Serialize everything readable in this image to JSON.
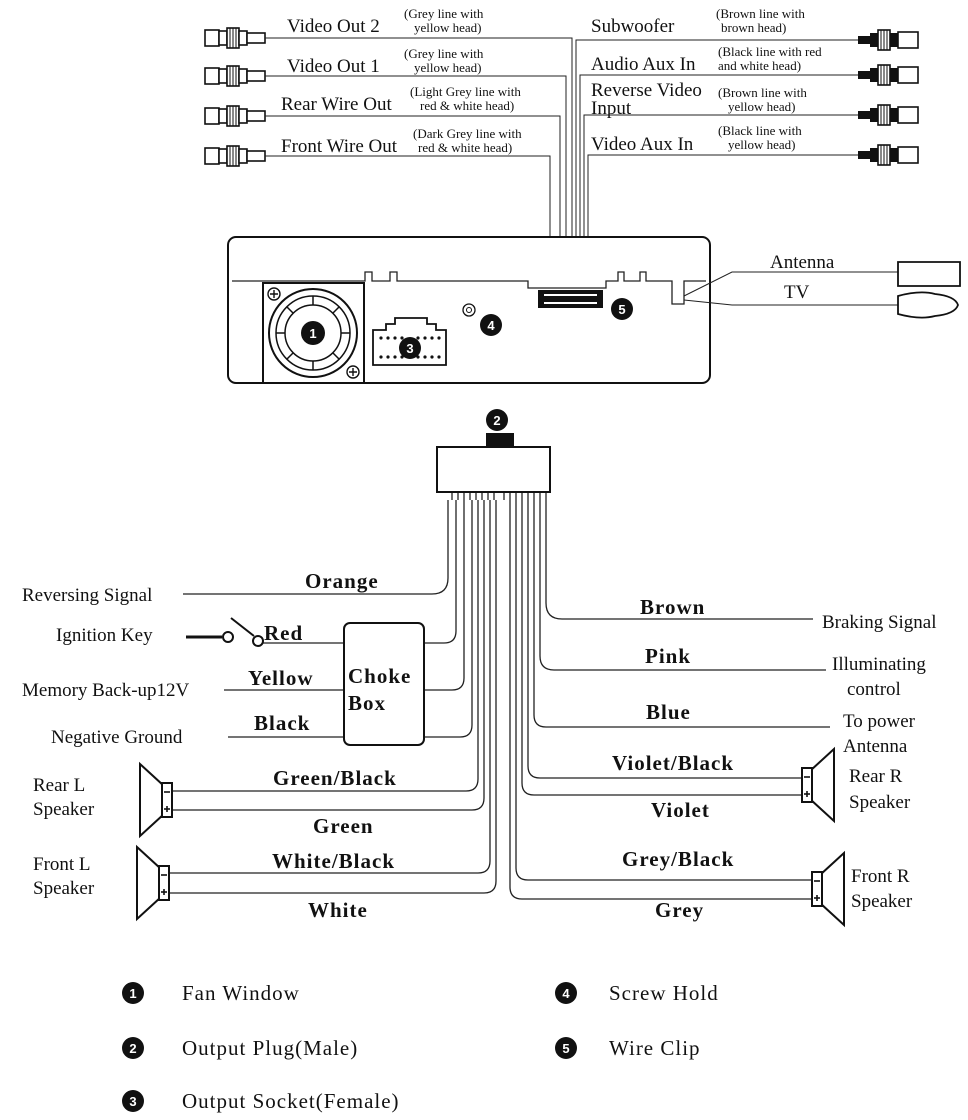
{
  "rca_left": [
    {
      "label": "Video Out 2",
      "note1": "(Grey line with",
      "note2": "yellow head)"
    },
    {
      "label": "Video Out 1",
      "note1": "(Grey line with",
      "note2": "yellow head)"
    },
    {
      "label": "Rear Wire Out",
      "note1": "(Light Grey line with",
      "note2": "red & white head)"
    },
    {
      "label": "Front Wire Out",
      "note1": "(Dark Grey line with",
      "note2": "red & white head)"
    }
  ],
  "rca_right": [
    {
      "label": "Subwoofer",
      "label2": "",
      "note1": "(Brown line with",
      "note2": "brown head)"
    },
    {
      "label": "Audio Aux In",
      "label2": "",
      "note1": "(Black line with red",
      "note2": "and white head)"
    },
    {
      "label": "Reverse Video",
      "label2": "Input",
      "note1": "(Brown line with",
      "note2": "yellow head)"
    },
    {
      "label": "Video Aux In",
      "label2": "",
      "note1": "(Black line with",
      "note2": "yellow head)"
    }
  ],
  "antenna": {
    "label1": "Antenna",
    "label2": "TV"
  },
  "callouts": {
    "c1": "1",
    "c2": "2",
    "c3": "3",
    "c4": "4",
    "c5": "5"
  },
  "harness_left": [
    {
      "device": "Reversing Signal",
      "color": "Orange"
    },
    {
      "device": "Ignition Key",
      "color": "Red"
    },
    {
      "device": "Memory Back-up12V",
      "color": "Yellow"
    },
    {
      "device": "Negative Ground",
      "color": "Black"
    }
  ],
  "choke_box": {
    "line1": "Choke",
    "line2": "Box"
  },
  "harness_right": [
    {
      "device1": "Braking Signal",
      "device2": "",
      "color": "Brown"
    },
    {
      "device1": "Illuminating",
      "device2": "control",
      "color": "Pink"
    },
    {
      "device1": "To power",
      "device2": "Antenna",
      "color": "Blue"
    }
  ],
  "speakers": {
    "rear_l": {
      "line1": "Rear L",
      "line2": "Speaker",
      "wire_top": "Green/Black",
      "wire_bottom": "Green"
    },
    "front_l": {
      "line1": "Front L",
      "line2": "Speaker",
      "wire_top": "White/Black",
      "wire_bottom": "White"
    },
    "rear_r": {
      "line1": "Rear R",
      "line2": "Speaker",
      "wire_top": "Violet/Black",
      "wire_bottom": "Violet"
    },
    "front_r": {
      "line1": "Front R",
      "line2": "Speaker",
      "wire_top": "Grey/Black",
      "wire_bottom": "Grey"
    }
  },
  "legend": [
    {
      "num": "1",
      "text": "Fan Window"
    },
    {
      "num": "2",
      "text": "Output Plug(Male)"
    },
    {
      "num": "3",
      "text": "Output Socket(Female)"
    },
    {
      "num": "4",
      "text": "Screw Hold"
    },
    {
      "num": "5",
      "text": "Wire Clip"
    }
  ]
}
